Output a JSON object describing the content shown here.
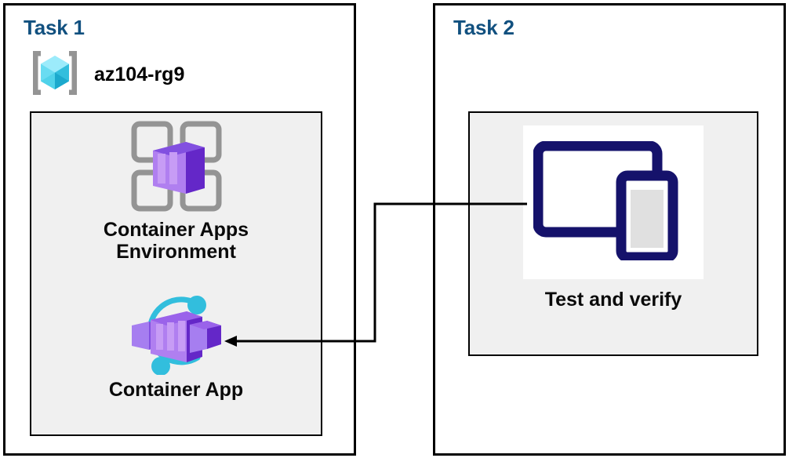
{
  "diagram": {
    "title": "Azure Container Apps task diagram",
    "background_color": "#ffffff",
    "panel_border_color": "#000000",
    "inner_box_fill": "#f0f0f0",
    "task_title_color": "#11507f",
    "connector_color": "#000000"
  },
  "tasks": [
    {
      "id": "task1",
      "title": "Task 1",
      "resource_group": {
        "name": "az104-rg9",
        "icon": "azure-resource-group-icon"
      },
      "resources": [
        {
          "id": "container-apps-environment",
          "label": "Container Apps\nEnvironment",
          "icon": "container-apps-environment-icon",
          "icon_colors": {
            "grid": "#949494",
            "container": "#773adc"
          }
        },
        {
          "id": "container-app",
          "label": "Container App",
          "icon": "container-app-icon",
          "icon_colors": {
            "arc": "#32bedd",
            "container": "#8661e5"
          }
        }
      ]
    },
    {
      "id": "task2",
      "title": "Task 2",
      "resources": [
        {
          "id": "test-and-verify",
          "label": "Test and verify",
          "icon": "devices-test-verify-icon",
          "icon_colors": {
            "device": "#15126b",
            "screen": "#e0e0e0",
            "plate": "#ffffff"
          }
        }
      ]
    }
  ],
  "connector": {
    "from": "test-and-verify",
    "to": "container-app",
    "arrowhead": "left",
    "style": "elbow"
  }
}
